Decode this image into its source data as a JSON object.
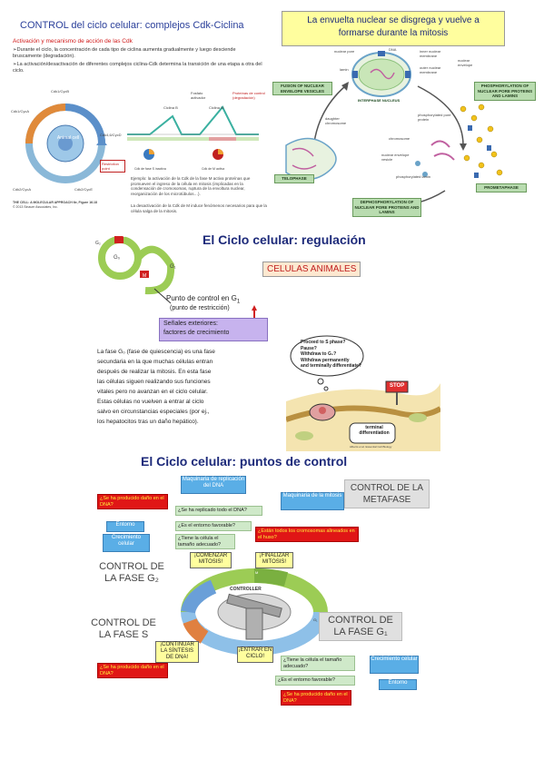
{
  "panel1": {
    "title": "CONTROL del ciclo celular: complejos Cdk-Ciclina",
    "subtitle": "Activación y mecanismo de acción de las Cdk",
    "bullet1": "➢Durante el ciclo, la concentración de cada tipo de ciclina aumenta gradualmente y luego desciende bruscamente (degradación).",
    "bullet2": "➢La activación/desactivación de diferentes complejos ciclina-Cdk determina la transición de una etapa a otra del ciclo.",
    "cell_label": "Animal cell",
    "complexes": [
      "Cdk1/CycB",
      "Cdk1/CycA",
      "Cdk4,6/CycD",
      "Cdk2/CycE",
      "Cdk2/CycA"
    ],
    "restriction": "Restriction point",
    "ciclina_b": "Ciclina B",
    "ciclina_m": "Ciclina M",
    "fosfato": "Fosfato activador",
    "proteinas": "Proteínas de control (degradación)",
    "cdk_inactive": "Cdk de fase S inactiva",
    "cdk_active": "Cdk de M activa",
    "caption_src": "THE CELL: A MOLECULAR APPROACH 6e, Figure 16.18",
    "caption_copy": "© 2013 Sinauer Associates, Inc.",
    "example": "Ejemplo: la activación de la Cdk de la fase M activa proteínas que promueven el ingreso de la célula en mitosis (implicadas en la condensación de cromosomas, ruptura de la envoltura nuclear, reorganización de los microtúbulos…).",
    "degradation": "La desactivación de la Cdk de M induce fenómenos necesarios para que la célula salga de la mitosis."
  },
  "panel2": {
    "title_line1": "La envuelta nuclear se disgrega y vuelve a",
    "title_line2": "formarse durante la mitosis",
    "labels": {
      "nuclear_pore": "nuclear pore",
      "dna": "DNA",
      "lamin": "lamin",
      "inner_membrane": "inner nuclear membrane",
      "outer_membrane": "outer nuclear membrane",
      "nuclear_envelope": "nuclear envelope",
      "interphase": "INTERPHASE NUCLEUS",
      "daughter": "daughter chromosome",
      "phosphorylated_pore": "phosphorylated pore protein",
      "chromosome": "chromosome",
      "envelope_vesicle": "nuclear envelope vesicle",
      "phosphorylated_lamin": "phosphorylated lamin",
      "p": "P"
    },
    "fusion": "FUSION OF NUCLEAR ENVELOPE VESICLES",
    "phosphorylation": "PHOSPHORYLATION OF NUCLEAR PORE PROTEINS AND LAMINS",
    "telophase": "TELOPHASE",
    "prometaphase": "PROMETAPHASE",
    "dephosphorylation": "DEPHOSPHORYLATION OF NUCLEAR PORE PROTEINS AND LAMINS"
  },
  "panel3": {
    "title": "El Ciclo celular: regulación",
    "celulas": "CELULAS ANIMALES",
    "checkpoint": "Punto de control en G",
    "checkpoint_sub": "1",
    "restriction": "(punto de restricción)",
    "signals_line1": "Señales exteriores:",
    "signals_line2": "factores de crecimiento",
    "paragraph_lines": [
      "La fase G₀ (fase de quiescencia) es una fase",
      "secundaria en la que muchas células entran",
      "después de realizar la mitosis. En esta fase",
      "las células siguen realizando sus funciones",
      "vitales pero no avanzan en el ciclo celular.",
      "Estas células no vuelven a entrar al ciclo",
      "salvo en circunstancias especiales (por ej.,",
      "los hepatocitos tras un daño hepático)."
    ],
    "bubble_lines": [
      "Proceed to S phase?",
      "Pause?",
      "Withdraw to G₀?",
      "Withdraw permanently",
      "and terminally differentiate?"
    ],
    "terminal": "terminal differentiation",
    "stop": "STOP",
    "phases": [
      "G₀",
      "G₁",
      "S",
      "G₂",
      "M"
    ],
    "credit": "Alberts et al. Essential Cell Biology"
  },
  "panel4": {
    "title": "El Ciclo celular: puntos de control",
    "maq_dna": "Maquinaria de replicación del DNA",
    "maq_mitosis": "Maquinaria de la mitosis",
    "q_replicado": "¿Se ha replicado todo el DNA?",
    "q_dano_top": "¿Se ha producido daño en el DNA?",
    "q_entorno": "¿Es el entorno favorable?",
    "q_tamano": "¿Tiene la célula el tamaño adecuado?",
    "q_cromosomas": "¿Están todos los cromosomas alineados en el huso?",
    "entorno": "Entorno",
    "crecimiento": "Crecimiento celular",
    "control_metafase": "CONTROL DE LA METAFASE",
    "control_g2": "CONTROL DE LA FASE G₂",
    "control_s": "CONTROL DE LA FASE S",
    "control_g1": "CONTROL DE LA FASE G₁",
    "comenzar": "¡COMENZAR MITOSIS!",
    "finalizar": "¡FINALIZAR MITOSIS!",
    "continuar": "¡CONTINUAR LA SÍNTESIS DE DNA!",
    "entrar": "¡ENTRAR EN CICLO!",
    "controller": "CONTROLLER",
    "q_dano_left": "¿Se ha producido daño en el DNA?",
    "q_tamano_b": "¿Tiene la célula el tamaño adecuado?",
    "q_entorno_b": "¿Es el entorno favorable?",
    "q_dano_b": "¿Se ha producido daño en el DNA?",
    "crecimiento_b": "Crecimiento celular",
    "entorno_b": "Entorno",
    "phase_letters": [
      "G₂",
      "M",
      "G₁",
      "S"
    ]
  }
}
